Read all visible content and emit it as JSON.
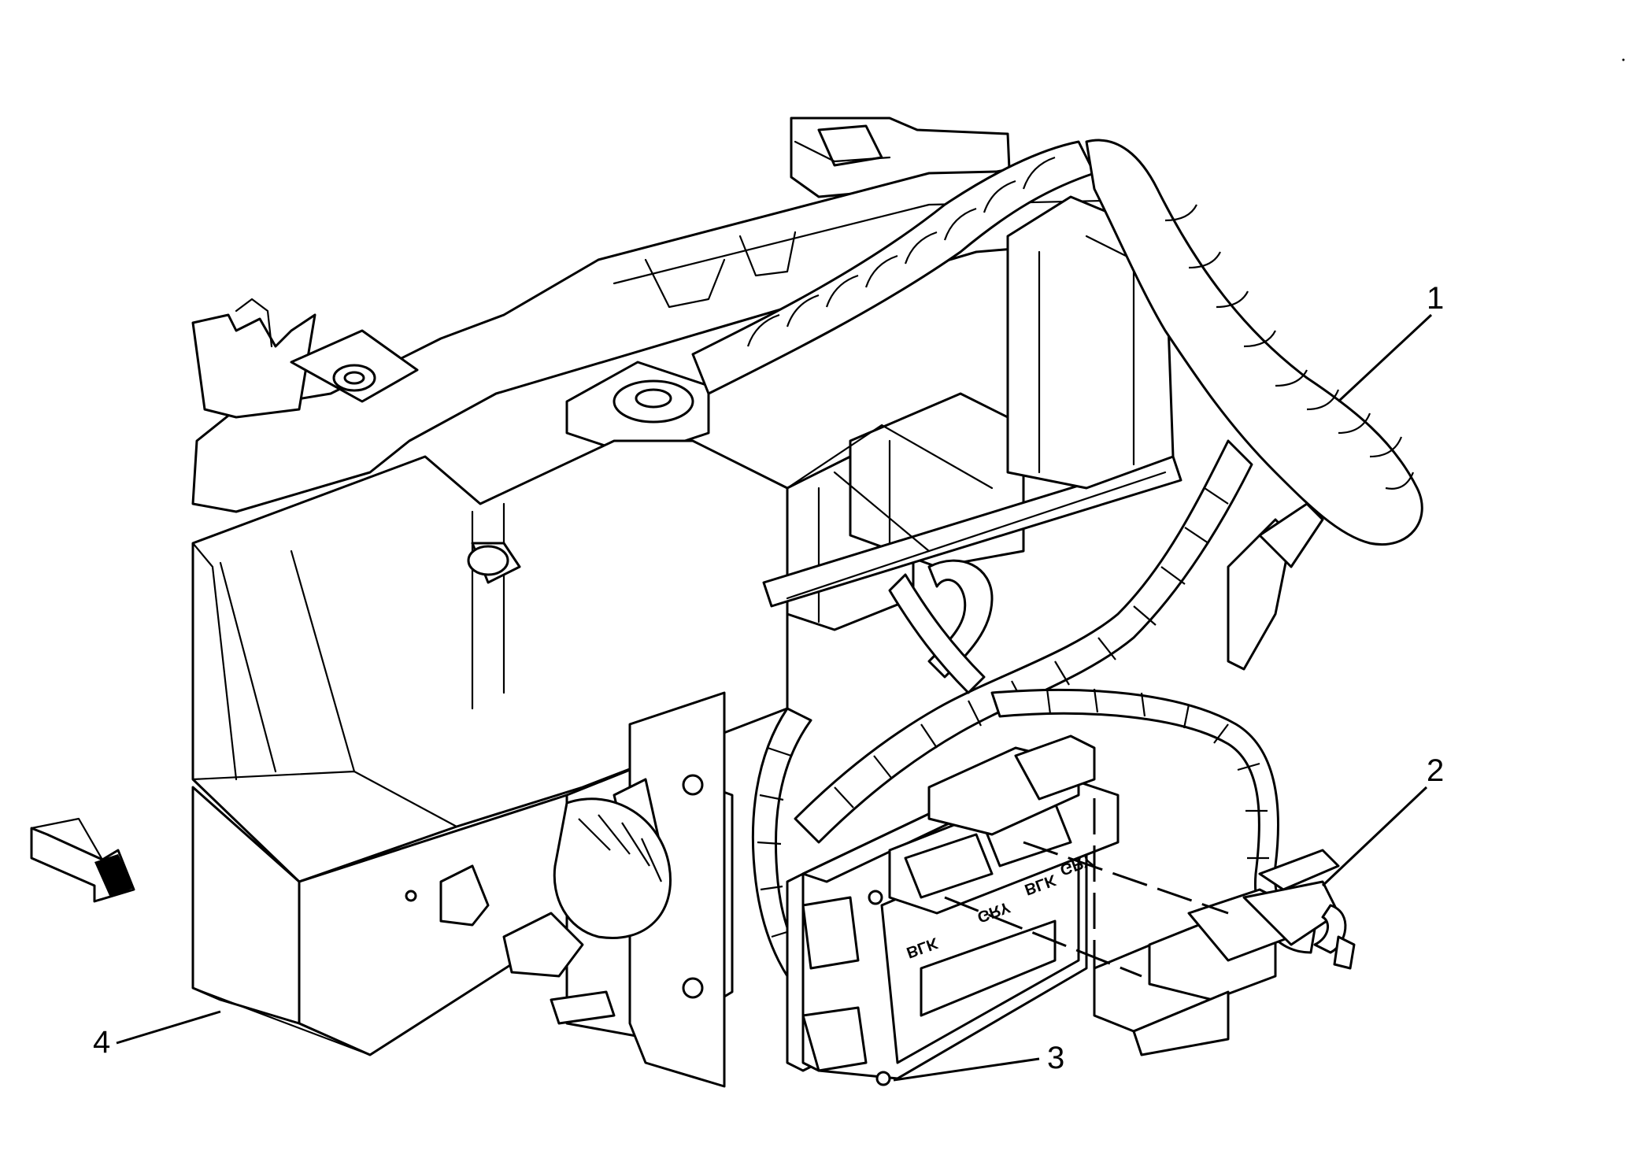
{
  "callouts": [
    {
      "id": "1",
      "label": "1"
    },
    {
      "id": "2",
      "label": "2"
    },
    {
      "id": "3",
      "label": "3"
    },
    {
      "id": "4",
      "label": "4"
    }
  ],
  "connector_marks": {
    "mark_a": "BLK",
    "mark_b": "GRY",
    "mark_c": "BLK",
    "mark_d": "GRY"
  },
  "icons": {
    "direction": "forward-arrow-icon"
  }
}
